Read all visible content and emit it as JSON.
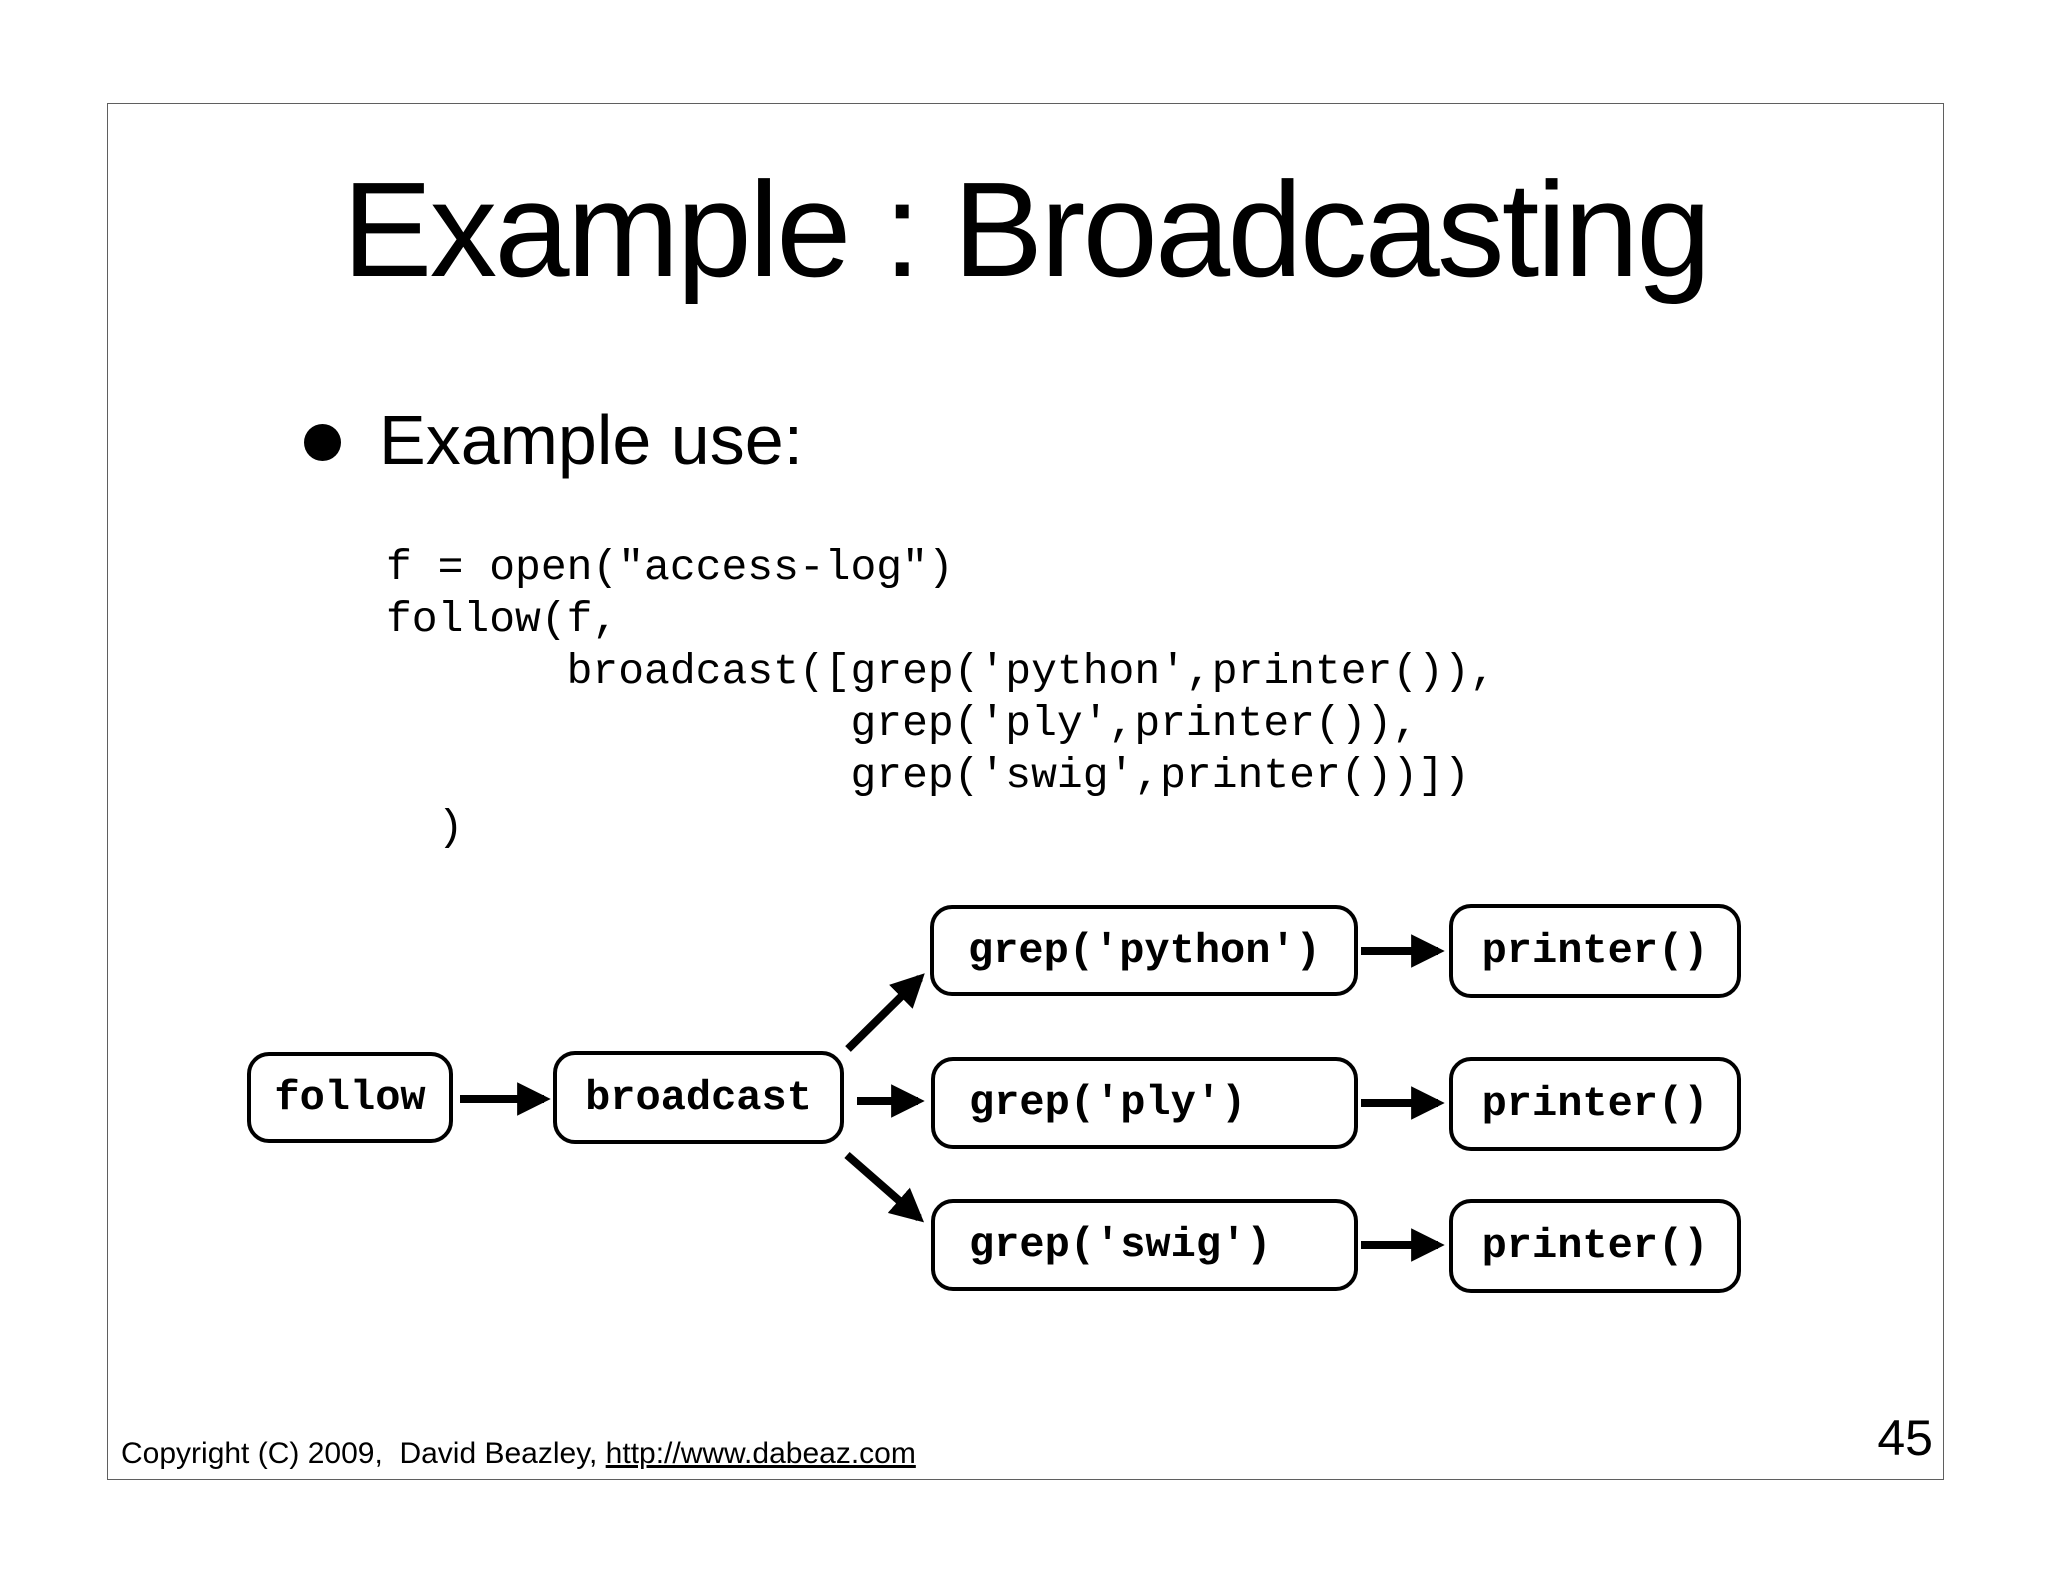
{
  "slide": {
    "title": "Example : Broadcasting",
    "bullet_text": "Example use:",
    "code_lines": [
      "f = open(\"access-log\")",
      "follow(f,",
      "       broadcast([grep('python',printer()),",
      "                  grep('ply',printer()),",
      "                  grep('swig',printer())])",
      "  )"
    ],
    "footer": {
      "copyright_text": "Copyright (C) 2009,  David Beazley, ",
      "link_text": "http://www.dabeaz.com"
    },
    "page_number": "45"
  },
  "diagram": {
    "source_node": "follow",
    "hub_node": "broadcast",
    "branches": [
      {
        "filter_node": "grep('python')",
        "sink_node": "printer()"
      },
      {
        "filter_node": "grep('ply')",
        "sink_node": "printer()"
      },
      {
        "filter_node": "grep('swig')",
        "sink_node": "printer()"
      }
    ]
  },
  "colors": {
    "background": "#ffffff",
    "text": "#000000",
    "slide_border": "#5f5f5f"
  }
}
